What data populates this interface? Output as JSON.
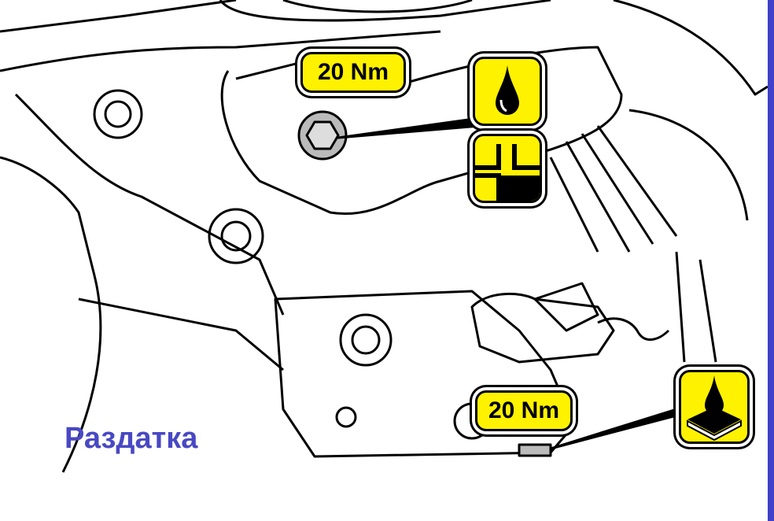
{
  "labels": {
    "torque_top": "20 Nm",
    "torque_bottom": "20 Nm",
    "caption": "Раздатка"
  },
  "icons": [
    "oil-drop-icon",
    "fill-level-icon",
    "oil-drain-icon"
  ],
  "colors": {
    "label_fill": "#fff200",
    "caption": "#4848c4",
    "edge_bar": "#4040c8"
  }
}
